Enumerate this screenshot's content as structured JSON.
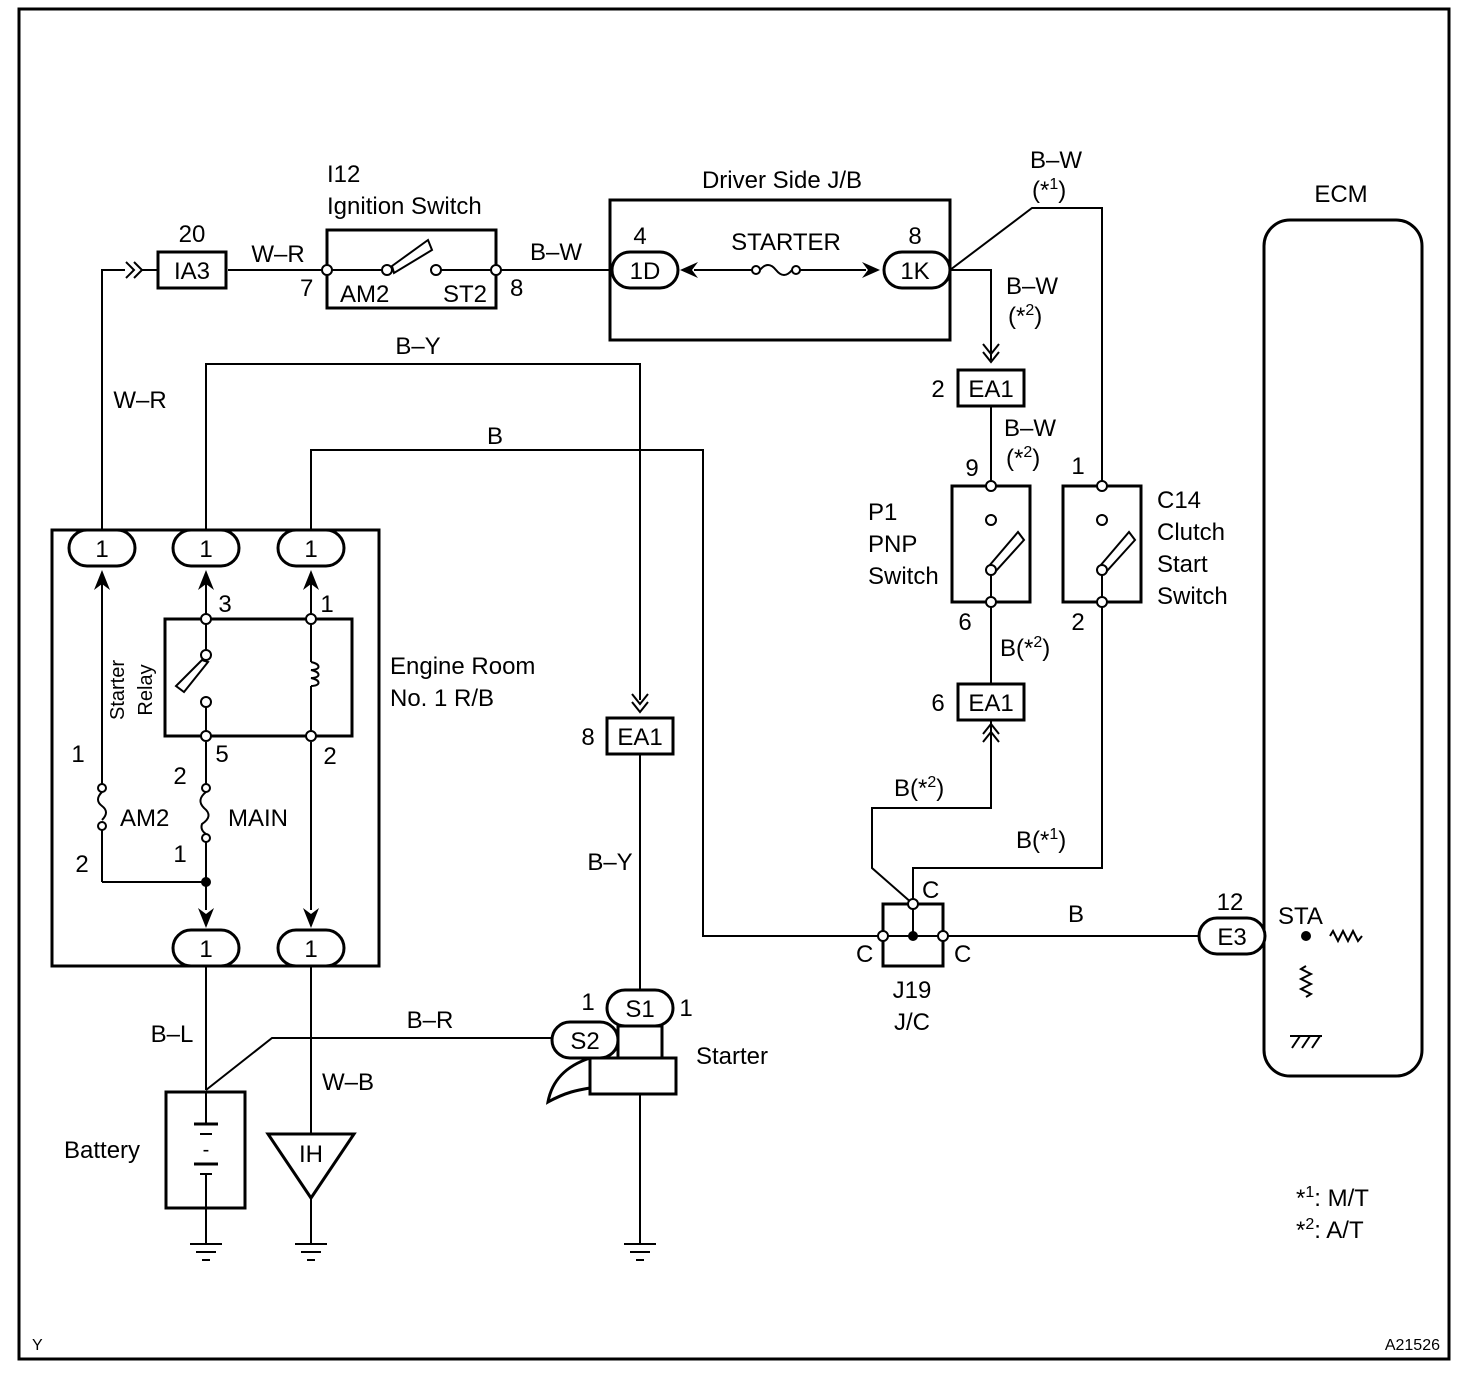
{
  "footer": {
    "left_code": "Y",
    "figure_code": "A21526"
  },
  "components": {
    "ignition_switch": {
      "id": "I12",
      "name": "Ignition Switch",
      "terminal_left": "AM2",
      "terminal_right": "ST2",
      "pin_left": "7",
      "pin_right": "8"
    },
    "driver_jb": {
      "name": "Driver Side J/B",
      "fuse": "STARTER",
      "conn_left": "1D",
      "pin_left": "4",
      "conn_right": "1K",
      "pin_right": "8"
    },
    "ecm": {
      "name": "ECM",
      "connector": "E3",
      "pin": "12",
      "terminal": "STA"
    },
    "engine_rb": {
      "name_line1": "Engine Room",
      "name_line2": "No. 1 R/B",
      "relay_line1": "Starter",
      "relay_line2": "Relay",
      "fuse_am2": "AM2",
      "fuse_main": "MAIN",
      "conn": "1"
    },
    "pnp_switch": {
      "id": "P1",
      "line1": "PNP",
      "line2": "Switch",
      "pin_top": "9",
      "pin_bottom": "6"
    },
    "clutch_switch": {
      "id": "C14",
      "line1": "Clutch",
      "line2": "Start",
      "line3": "Switch",
      "pin_top": "1",
      "pin_bottom": "2"
    },
    "jc": {
      "id": "J19",
      "name": "J/C",
      "pin": "C"
    },
    "starter": {
      "name": "Starter",
      "s1": "S1",
      "s2": "S2",
      "pin": "1"
    },
    "battery": {
      "name": "Battery"
    },
    "ih": {
      "name": "IH"
    },
    "ia3": {
      "name": "IA3",
      "pin": "20"
    },
    "ea1": {
      "name": "EA1",
      "pin_top": "2",
      "pin_mid": "6",
      "pin_left": "8"
    }
  },
  "wires": {
    "w_r": "W–R",
    "b_w": "B–W",
    "b_y": "B–Y",
    "b": "B",
    "b_l": "B–L",
    "w_b": "W–B",
    "b_r": "B–R",
    "star": "*",
    "sup1": "1",
    "sup2": "2",
    "open": "(",
    "close": ")",
    "b_open": "B(",
    "minus": "-"
  },
  "relay_pins": {
    "p3": "3",
    "p5": "5",
    "p1": "1",
    "p2": "2"
  },
  "fuse_pins": {
    "am2_top": "1",
    "am2_bottom": "2",
    "main_top": "2",
    "main_bottom": "1"
  },
  "legend": {
    "note1": ": M/T",
    "note2": ": A/T"
  }
}
